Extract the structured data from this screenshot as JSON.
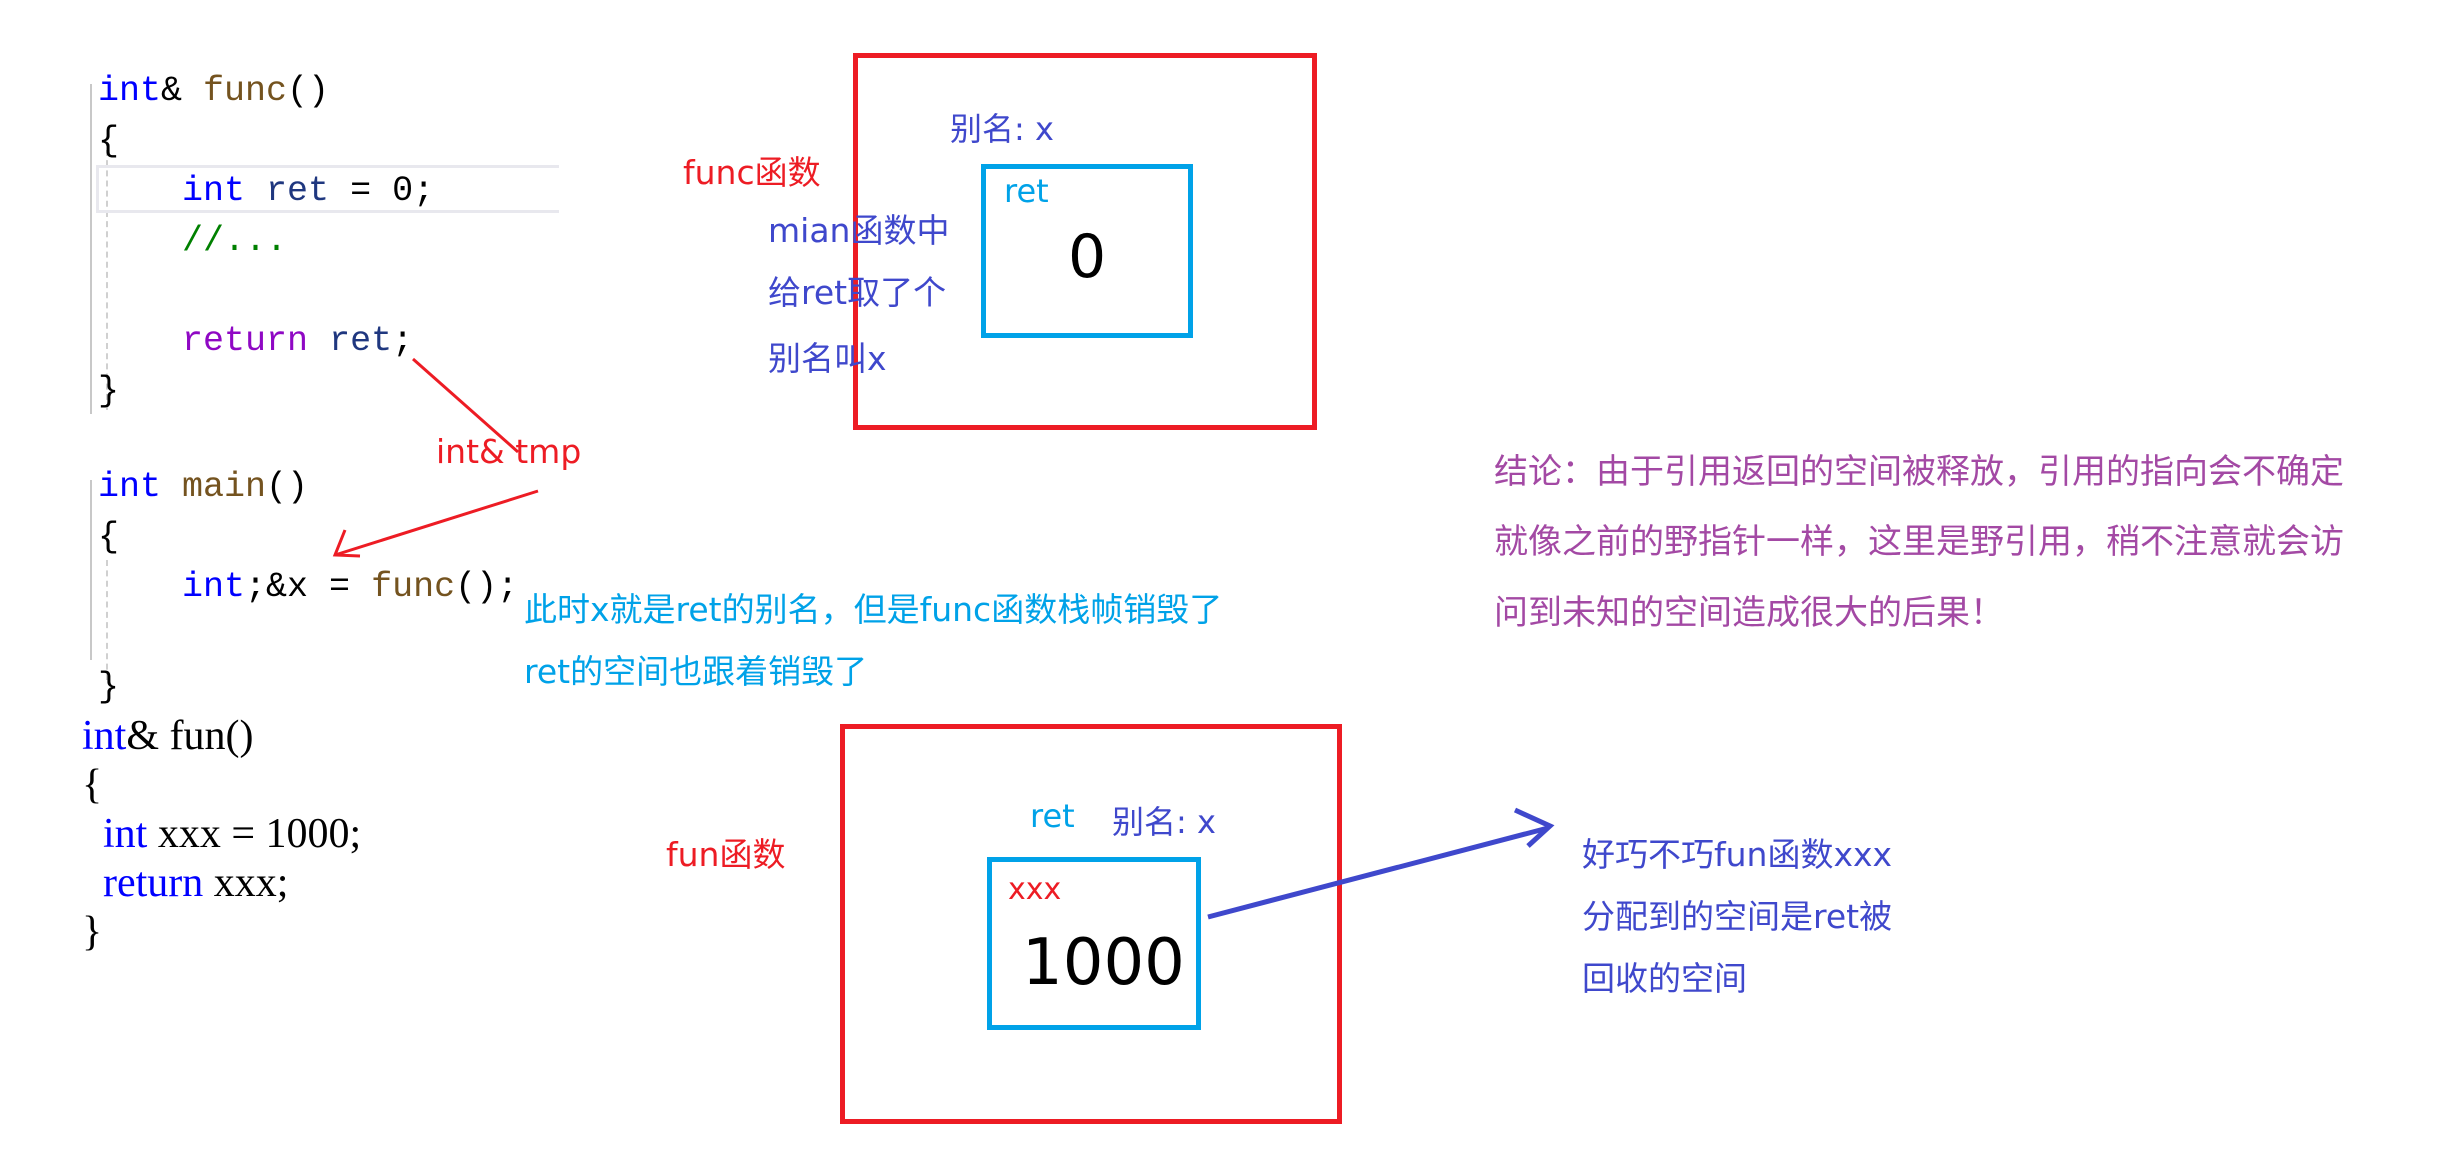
{
  "colors": {
    "frame": "#ed1c24",
    "cell": "#00a2e8",
    "note": "#3f48cc",
    "emphasis": "#00a2e8",
    "conclusion": "#a349a4"
  },
  "code_func": [
    [
      [
        "kw",
        "int"
      ],
      [
        "pl",
        "& "
      ],
      [
        "fn",
        "func"
      ],
      [
        "pl",
        "()"
      ]
    ],
    [
      [
        "pl",
        "{"
      ]
    ],
    [
      [
        "pl",
        "    "
      ],
      [
        "kw",
        "int"
      ],
      [
        "pl",
        " "
      ],
      [
        "id",
        "ret"
      ],
      [
        "pl",
        " = 0;"
      ]
    ],
    [
      [
        "pl",
        "    "
      ],
      [
        "cm",
        "//..."
      ]
    ],
    [],
    [
      [
        "pl",
        "    "
      ],
      [
        "rt",
        "return"
      ],
      [
        "pl",
        " "
      ],
      [
        "id",
        "ret"
      ],
      [
        "pl",
        ";"
      ]
    ],
    [
      [
        "pl",
        "}"
      ]
    ]
  ],
  "code_main": [
    [
      [
        "kw",
        "int"
      ],
      [
        "pl",
        " "
      ],
      [
        "fn",
        "main"
      ],
      [
        "pl",
        "()"
      ]
    ],
    [
      [
        "pl",
        "{"
      ]
    ],
    [
      [
        "pl",
        "    "
      ],
      [
        "kw",
        "int"
      ],
      [
        "pl",
        ";&x = "
      ],
      [
        "fn",
        "func"
      ],
      [
        "pl",
        "();"
      ]
    ],
    [],
    [
      [
        "pl",
        "}"
      ]
    ]
  ],
  "code_fun": [
    [
      [
        "kw",
        "int"
      ],
      [
        "pl",
        "& "
      ],
      [
        "fn",
        "fun"
      ],
      [
        "pl",
        "()"
      ]
    ],
    [
      [
        "pl",
        "{"
      ]
    ],
    [
      [
        "pl",
        "  "
      ],
      [
        "kw",
        "int"
      ],
      [
        "pl",
        " xxx = 1000;"
      ]
    ],
    [
      [
        "pl",
        "  "
      ],
      [
        "rt",
        "return"
      ],
      [
        "pl",
        " xxx;"
      ]
    ],
    [
      [
        "pl",
        "}"
      ]
    ]
  ],
  "top": {
    "frame_label": "func函数",
    "alias_label": "别名: x",
    "cell_name": "ret",
    "cell_value": "0",
    "note_lines": [
      "mian函数中",
      "给ret取了个",
      "别名叫x"
    ],
    "arrow_label": "int& tmp",
    "explain_lines": [
      "此时x就是ret的别名，但是func函数栈帧销毁了",
      "ret的空间也跟着销毁了"
    ]
  },
  "bottom": {
    "frame_label": "fun函数",
    "ret_label": "ret",
    "alias_label": "别名: x",
    "cell_name": "xxx",
    "cell_value": "1000",
    "note_lines": [
      "好巧不巧fun函数xxx",
      "分配到的空间是ret被",
      "回收的空间"
    ]
  },
  "conclusion_lines": [
    "结论：由于引用返回的空间被释放，引用的指向会不确定",
    "就像之前的野指针一样，这里是野引用，稍不注意就会访",
    "问到未知的空间造成很大的后果！"
  ]
}
